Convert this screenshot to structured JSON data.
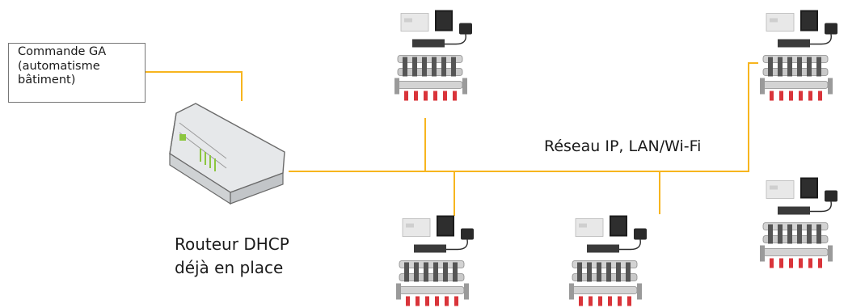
{
  "ga_box": {
    "line1": "Commande GA",
    "line2": "(automatisme",
    "line3": "bâtiment)"
  },
  "network_label": "Réseau IP, LAN/Wi-Fi",
  "router_label": {
    "line1": "Routeur DHCP",
    "line2": "déjà en place"
  },
  "colors": {
    "network_line": "#f7b51e",
    "router_body": "#dfe1e3",
    "router_led": "#8cc63f",
    "device_dark": "#1c1c1c",
    "manifold_red": "#d9343a"
  },
  "icons": {
    "router": "router-icon",
    "controller": "heating-controller-icon"
  }
}
